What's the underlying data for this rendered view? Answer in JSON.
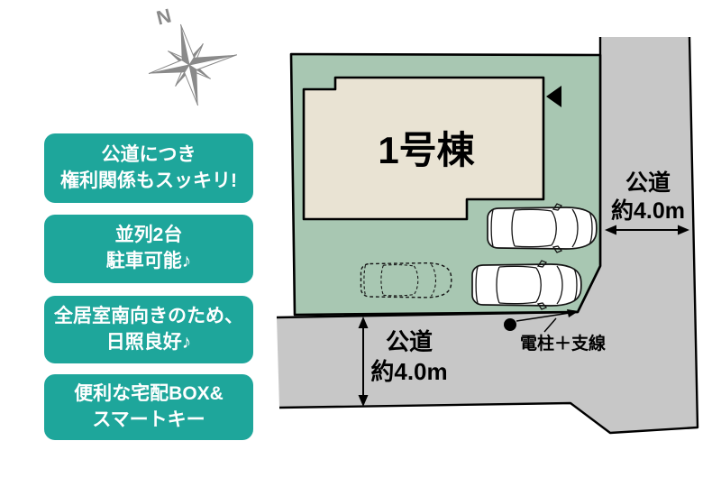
{
  "colors": {
    "badge_teal": "#1ea69b",
    "lot_green": "#a8c7b2",
    "building_beige": "#e9e3d3",
    "road_gray": "#c7c7c7",
    "compass_gray": "#8a8a8a",
    "line_black": "#000000",
    "badge_text": "#ffffff"
  },
  "compass": {
    "north_label": "N"
  },
  "badges": [
    {
      "line1": "公道につき",
      "line2": "権利関係もスッキリ!"
    },
    {
      "line1": "並列2台",
      "line2": "駐車可能♪"
    },
    {
      "line1": "全居室南向きのため、",
      "line2": "日照良好♪"
    },
    {
      "line1": "便利な宅配BOX&",
      "line2": "スマートキー"
    }
  ],
  "plan": {
    "building_label": "1号棟",
    "right_road": {
      "name": "公道",
      "width": "約4.0m"
    },
    "bottom_road": {
      "name": "公道",
      "width": "約4.0m"
    },
    "pole_note": "電柱＋支線"
  }
}
